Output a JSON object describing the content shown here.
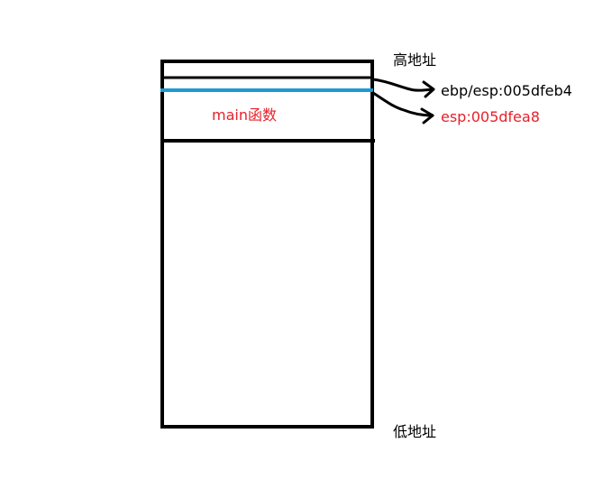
{
  "labels": {
    "high_address": "高地址",
    "low_address": "低地址",
    "frame_name": "main函数",
    "ebp_esp": "ebp/esp:005dfeb4",
    "esp_new": "esp:005dfea8"
  },
  "colors": {
    "outline": "#000000",
    "ebp_esp_line": "#1b9ad6",
    "red_text": "#e8202a",
    "black_text": "#000000",
    "background": "#ffffff"
  }
}
